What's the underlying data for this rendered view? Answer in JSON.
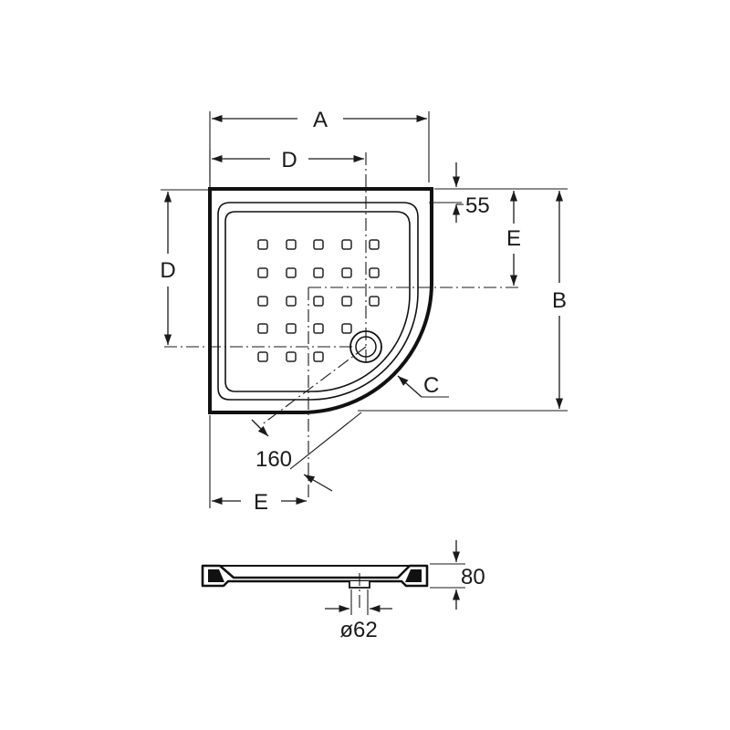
{
  "drawing": {
    "labels": {
      "a": "A",
      "b": "B",
      "c": "C",
      "d_top": "D",
      "d_left": "D",
      "e_right": "E",
      "e_bottom": "E",
      "rim": "55",
      "diag": "160",
      "height": "80",
      "drain": "ø62"
    }
  }
}
